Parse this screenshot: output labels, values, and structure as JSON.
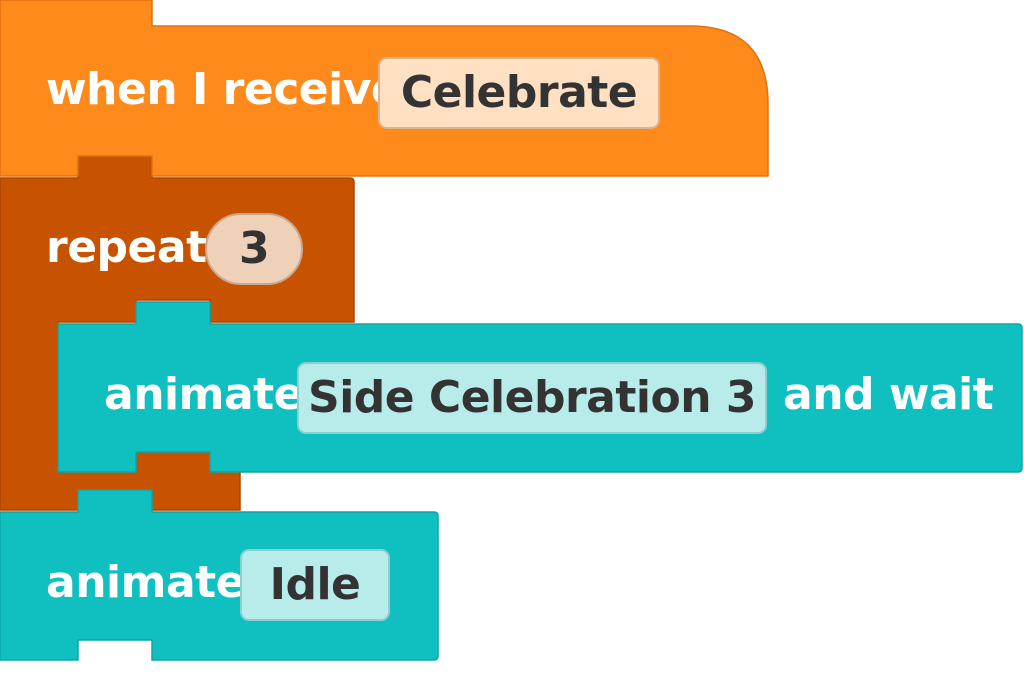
{
  "colors": {
    "hat_block": "#ff8a1c",
    "repeat_block": "#c75200",
    "animate_block": "#10bfbf",
    "hat_input": "#ffe0c2",
    "repeat_input": "#efd0b8",
    "animate_input": "#b8eceb",
    "input_text": "#333333",
    "label_text": "#ffffff"
  },
  "blocks": {
    "hat": {
      "label": "when I receive",
      "value": "Celebrate"
    },
    "repeat": {
      "label": "repeat",
      "count": "3"
    },
    "animate_inner": {
      "label": "animate",
      "value": "Side Celebration 3",
      "suffix": "and wait"
    },
    "animate_outer": {
      "label": "animate",
      "value": "Idle"
    }
  }
}
